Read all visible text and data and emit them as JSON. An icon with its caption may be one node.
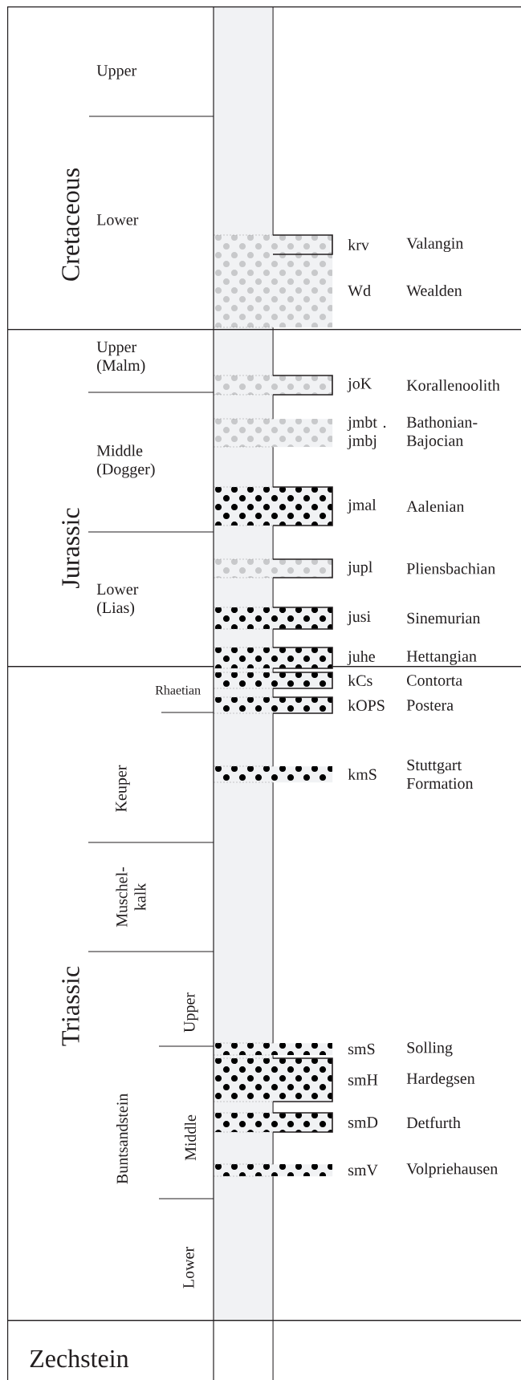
{
  "diagram": {
    "nodes": [
      {
        "text": [
          "Cretaceous"
        ]
      },
      {
        "text": [],
        "shape": "bar",
        "in": 0,
        "beside": [
          "Wd",
          "Wealden"
        ]
      },
      {
        "text": [],
        "shape": "bar",
        "in": 1,
        "beside": [
          "krv",
          "Valangin"
        ]
      },
      {
        "text": [
          "Jurassic"
        ]
      },
      {
        "text": [],
        "shape": "bar",
        "in": 3,
        "beside": [
          "joK",
          "Korallenoolith"
        ]
      },
      {
        "text": [],
        "shape": "bar",
        "in": 3,
        "beside": [
          "jmbt . jmbj",
          "Bathonian- Bajocian"
        ]
      },
      {
        "text": [],
        "shape": "bar",
        "in": 3,
        "beside": [
          "jmal",
          "Aalenian"
        ]
      },
      {
        "text": [],
        "shape": "bar",
        "in": 3,
        "beside": [
          "jupl",
          "Pliensbachian"
        ]
      },
      {
        "text": [],
        "shape": "bar",
        "in": 3,
        "beside": [
          "jusi",
          "Sinemurian"
        ]
      },
      {
        "text": [],
        "shape": "bar",
        "in": 3,
        "beside": [
          "juhe",
          "Hettangian"
        ]
      },
      {
        "text": [
          "Triassic"
        ]
      },
      {
        "text": [],
        "shape": "bar",
        "in": 10,
        "beside": [
          "kCs",
          "Contorta"
        ]
      },
      {
        "text": [],
        "shape": "bar",
        "in": 10,
        "beside": [
          "kOPS",
          "Postera"
        ]
      },
      {
        "text": [],
        "shape": "bar",
        "in": 10,
        "beside": [
          "kmS",
          "Stuttgart Formation"
        ]
      },
      {
        "text": [],
        "shape": "bar",
        "in": 10,
        "beside": [
          "smS",
          "Solling"
        ]
      },
      {
        "text": [],
        "shape": "bar",
        "in": 10,
        "beside": [
          "smH",
          "Hardegsen"
        ]
      },
      {
        "text": [],
        "shape": "bar",
        "in": 10,
        "beside": [
          "smD",
          "Detfurth"
        ]
      },
      {
        "text": [],
        "shape": "bar",
        "in": 10,
        "beside": [
          "smV",
          "Volpriehausen"
        ]
      },
      {
        "text": [
          "Zechstein"
        ]
      }
    ],
    "labels": [
      "Upper",
      "Lower",
      "Upper (Malm)",
      "Middle (Dogger)",
      "Lower (Lias)",
      "Rhaetian",
      "Keuper",
      "Muschel- kalk",
      "Upper",
      "Middle",
      "Buntsandstein",
      "Lower"
    ]
  }
}
